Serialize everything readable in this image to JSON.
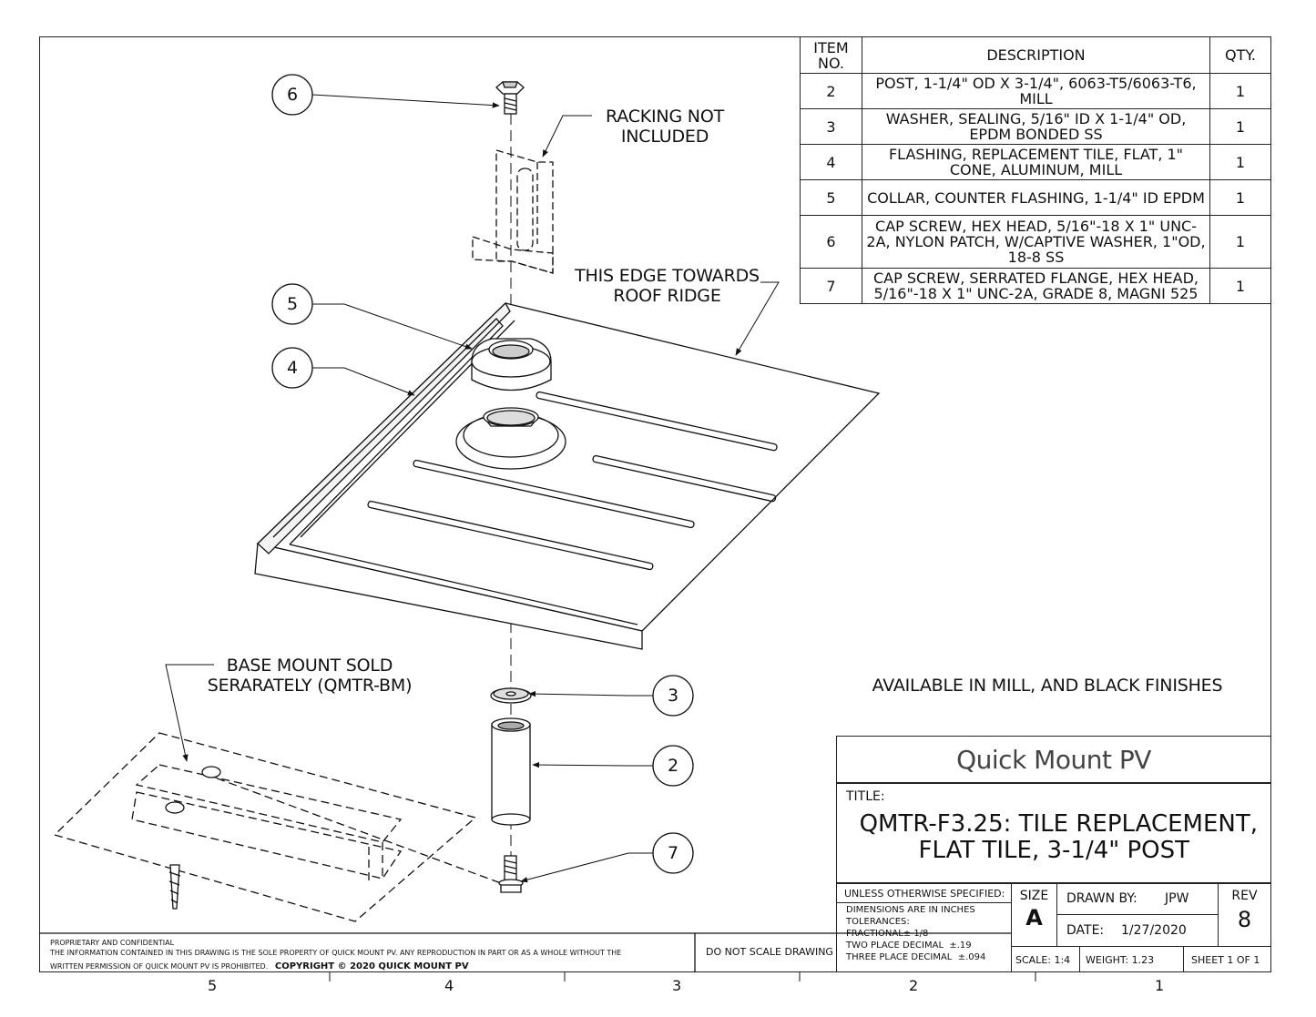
{
  "callouts": {
    "c6": "6",
    "c5": "5",
    "c4": "4",
    "c3": "3",
    "c2": "2",
    "c7": "7"
  },
  "notes": {
    "racking": [
      "RACKING NOT",
      "INCLUDED"
    ],
    "edge": [
      "THIS EDGE TOWARDS",
      "ROOF RIDGE"
    ],
    "base": [
      "BASE MOUNT SOLD",
      "SERARATELY (QMTR-BM)"
    ],
    "finishes": "AVAILABLE IN MILL, AND BLACK FINISHES"
  },
  "bom": {
    "headers": {
      "item": "ITEM NO.",
      "desc": "DESCRIPTION",
      "qty": "QTY."
    },
    "rows": [
      {
        "item": "2",
        "desc": "POST, 1-1/4\" OD X 3-1/4\", 6063-T5/6063-T6, MILL",
        "qty": "1"
      },
      {
        "item": "3",
        "desc": "WASHER, SEALING, 5/16\" ID X 1-1/4\" OD, EPDM BONDED SS",
        "qty": "1"
      },
      {
        "item": "4",
        "desc": "FLASHING, REPLACEMENT TILE, FLAT, 1\" CONE, ALUMINUM, MILL",
        "qty": "1"
      },
      {
        "item": "5",
        "desc": "COLLAR, COUNTER FLASHING, 1-1/4\" ID EPDM",
        "qty": "1"
      },
      {
        "item": "6",
        "desc": "CAP SCREW, HEX HEAD, 5/16\"-18 X 1\" UNC-2A, NYLON PATCH, W/CAPTIVE WASHER, 1\"OD, 18-8 SS",
        "qty": "1"
      },
      {
        "item": "7",
        "desc": "CAP SCREW, SERRATED FLANGE, HEX HEAD, 5/16\"-18 X 1\" UNC-2A, GRADE 8, MAGNI 525",
        "qty": "1"
      }
    ]
  },
  "titleblock": {
    "logo": "Quick Mount PV",
    "title_label": "TITLE:",
    "title_line1": "QMTR-F3.25: TILE REPLACEMENT,",
    "title_line2": "FLAT TILE, 3-1/4\" POST",
    "unless": "UNLESS OTHERWISE SPECIFIED:",
    "dims": "DIMENSIONS ARE IN INCHES",
    "tol": "TOLERANCES:",
    "frac": "FRACTIONAL± 1/8",
    "two": "TWO PLACE DECIMAL",
    "two_val": "±.19",
    "three": "THREE PLACE DECIMAL",
    "three_val": "±.094",
    "size_label": "SIZE",
    "size": "A",
    "drawn_label": "DRAWN BY:",
    "drawn": "JPW",
    "date_label": "DATE:",
    "date": "1/27/2020",
    "rev_label": "REV",
    "rev": "8",
    "scale": "SCALE: 1:4",
    "weight": "WEIGHT: 1.23",
    "sheet": "SHEET 1 OF 1",
    "no_scale": "DO NOT SCALE DRAWING",
    "prop_title": "PROPRIETARY AND CONFIDENTIAL",
    "prop_line1": "THE INFORMATION CONTAINED IN THIS DRAWING IS THE SOLE PROPERTY OF QUICK MOUNT PV.  ANY REPRODUCTION IN PART OR AS A WHOLE WITHOUT THE",
    "prop_line2": "WRITTEN PERMISSION OF QUICK MOUNT PV IS PROHIBITED.",
    "copyright": "COPYRIGHT © 2020 QUICK MOUNT PV"
  },
  "zones": [
    "5",
    "4",
    "3",
    "2",
    "1"
  ]
}
